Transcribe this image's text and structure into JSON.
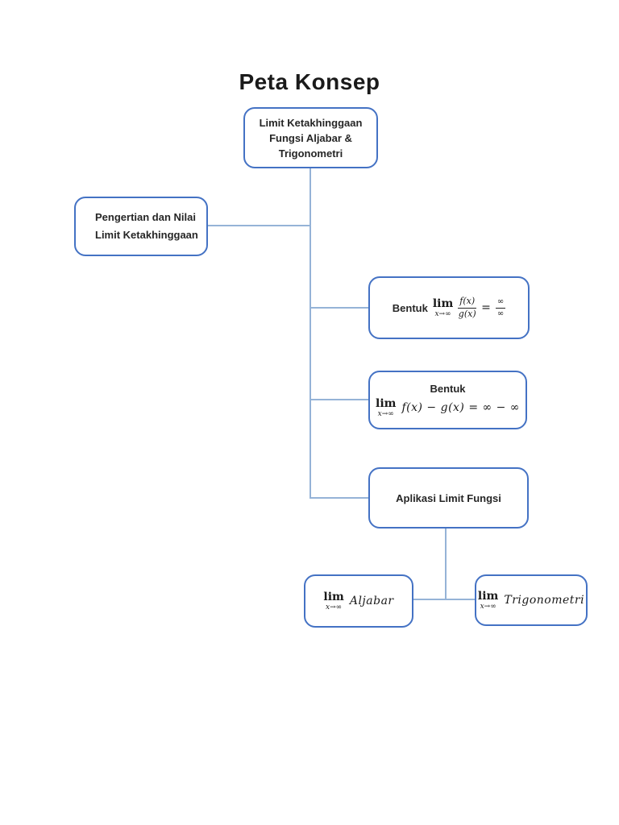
{
  "title": "Peta Konsep",
  "colors": {
    "box_border": "#4472c4",
    "connector": "#95b3d7",
    "box_text": "#262626",
    "title_text": "#1a1a1a",
    "background": "#ffffff"
  },
  "nodes": {
    "root": {
      "lines": [
        "Limit Ketakhinggaan",
        "Fungsi Aljabar &",
        "Trigonometri"
      ]
    },
    "pengertian": {
      "lines": [
        "Pengertian dan Nilai",
        "Limit Ketakhinggaan"
      ]
    },
    "bentuk1": {
      "label": "Bentuk",
      "math": {
        "lim": "lim",
        "sub": "x→∞",
        "numerator": "f(x)",
        "denominator": "g(x)",
        "equals": "=",
        "inf_numerator": "∞",
        "inf_denominator": "∞"
      }
    },
    "bentuk2": {
      "label": "Bentuk",
      "math": {
        "lim": "lim",
        "sub": "x→∞",
        "expression": "f(x) − g(x) = ∞ − ∞"
      }
    },
    "aplikasi": {
      "label": "Aplikasi Limit Fungsi"
    },
    "aljabar": {
      "lim": "lim",
      "sub": "x→∞",
      "name": "Aljabar"
    },
    "trigonometri": {
      "lim": "lim",
      "sub": "x→∞",
      "name": "Trigonometri"
    }
  }
}
